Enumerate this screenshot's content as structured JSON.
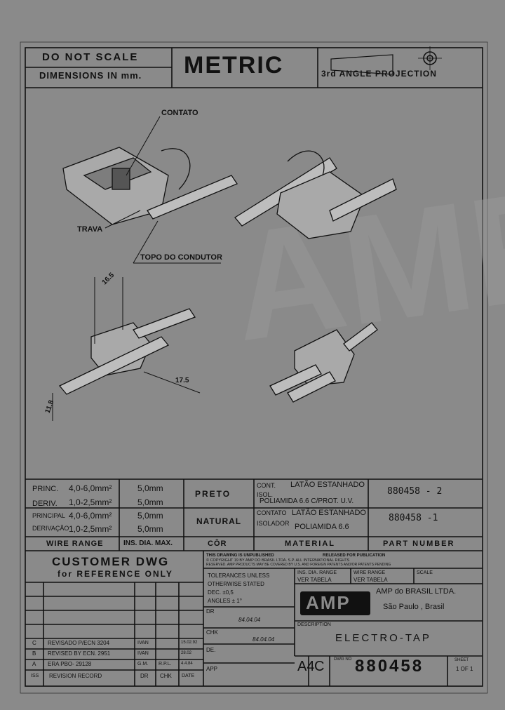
{
  "header": {
    "do_not_scale": "DO NOT SCALE",
    "dimensions": "DIMENSIONS IN mm.",
    "metric": "METRIC",
    "projection": "3rd ANGLE PROJECTION"
  },
  "drawing": {
    "label_contato": "CONTATO",
    "label_trava": "TRAVA",
    "label_topo": "TOPO DO CONDUTOR",
    "dim_16": "16.5",
    "dim_17": "17.5",
    "dim_11": "11.8"
  },
  "spec_table": {
    "rows": [
      {
        "label": "PRINC.",
        "range": "4,0-6,0mm²",
        "dia": "5,0mm"
      },
      {
        "label": "DERIV.",
        "range": "1,0-2,5mm²",
        "dia": "5,0mm"
      },
      {
        "label": "PRINCIPAL",
        "range": "4,0-6,0mm²",
        "dia": "5,0mm"
      },
      {
        "label": "DERIVAÇÃO",
        "range": "1,0-2,5mm²",
        "dia": "5,0mm"
      }
    ],
    "color_1": "PRETO",
    "color_2": "NATURAL",
    "mat_1_cont_label": "CONT.",
    "mat_1_cont": "LATÃO ESTANHADO",
    "mat_1_isol_label": "ISOL.",
    "mat_1_isol": "POLIAMIDA 6.6 C/PROT. U.V.",
    "mat_2_cont_label": "CONTATO",
    "mat_2_cont": "LATÃO ESTANHADO",
    "mat_2_isol_label": "ISOLADOR",
    "mat_2_isol": "POLIAMIDA 6.6",
    "part_1": "880458 - 2",
    "part_2": "880458 -1",
    "headers": {
      "wire_range": "WIRE RANGE",
      "ins_dia": "INS. DIA. MAX.",
      "cor": "CÔR",
      "material": "MATERIAL",
      "part_number": "PART NUMBER"
    }
  },
  "title_block": {
    "customer_dwg": "CUSTOMER DWG",
    "for_reference": "for REFERENCE ONLY",
    "not_published": "THIS DRAWING IS UNPUBLISHED",
    "released": "RELEASED FOR PUBLICATION",
    "copyright": "© COPYRIGHT 19     BY AMP DO BRASIL LTDA. S.P.  ALL INTERNATIONAL RIGHTS",
    "reserved": "RESERVED. AMP PRODUCTS MAY BE COVERED BY U.S. AND FOREIGN PATENTS AND/OR PATENTS PENDING",
    "tolerances": [
      "TOLERANCES UNLESS",
      "OTHERWISE STATED",
      "DEC. ±0,5",
      "ANGLES ± 1°"
    ],
    "ins_range_1": "INS. DIA. RANGE",
    "ver_tabela_1": "VER TABELA",
    "wire_range_2": "WIRE RANGE",
    "ver_tabela_2": "VER TABELA",
    "scale": "SCALE",
    "company_logo": "AMP",
    "company_name": "AMP do BRASIL LTDA.",
    "company_city": "São Paulo , Brasil",
    "description_label": "DESCRIPTION",
    "description": "ELECTRO-TAP",
    "dr_label": "DR",
    "dr_date": "84.04.04",
    "chk_label": "CHK",
    "chk_date": "84.04.04",
    "de_label": "DE.",
    "app_label": "APP",
    "size": "A4",
    "code": "C",
    "dwg_label": "DWG NO",
    "dwg_no": "880458",
    "sheet_label": "SHEET",
    "sheet_value": "1 OF 1",
    "revisions": [
      {
        "ltr": "C",
        "desc": "REVISADO P/ECN 3204",
        "dr": "IVAN",
        "chk": "",
        "date": "15.02.92"
      },
      {
        "ltr": "B",
        "desc": "REVISED BY ECN. 2951",
        "dr": "IVAN",
        "chk": "",
        "date": "28.02"
      },
      {
        "ltr": "A",
        "desc": "ERA PBO- 29128",
        "dr": "G.M.",
        "chk": "R.P.L.",
        "date": "4.4.84"
      }
    ],
    "rev_headers": {
      "iss": "ISS",
      "desc": "REVISION RECORD",
      "dr": "DR",
      "chk": "CHK",
      "date": "DATE"
    }
  }
}
